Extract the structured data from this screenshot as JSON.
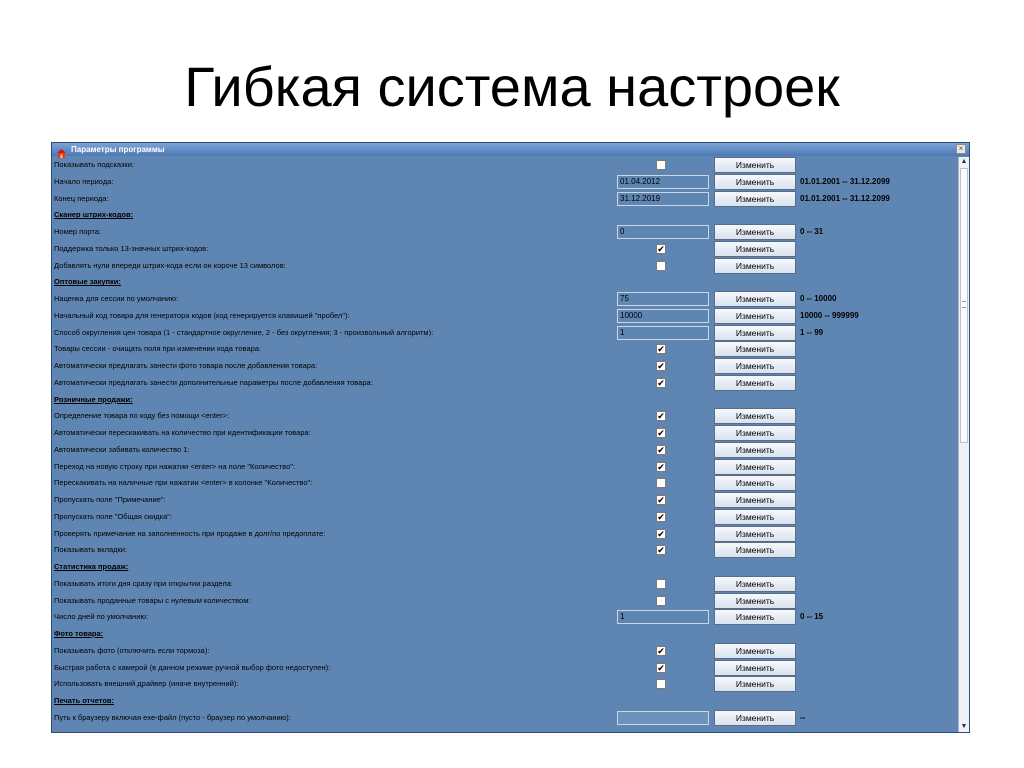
{
  "slide_title": "Гибкая система настроек",
  "window": {
    "title": "Параметры программы",
    "close_symbol": "×"
  },
  "check_mark": "✔",
  "rows": [
    {
      "type": "setting",
      "label": "Показывать подсказки:",
      "control": "checkbox",
      "checked": false,
      "button": "Изменить",
      "range": ""
    },
    {
      "type": "setting",
      "label": "Начало периода:",
      "control": "text",
      "value": "01.04.2012",
      "button": "Изменить",
      "range": "01.01.2001 -- 31.12.2099"
    },
    {
      "type": "setting",
      "label": "Конец периода:",
      "control": "text",
      "value": "31.12.2019",
      "button": "Изменить",
      "range": "01.01.2001 -- 31.12.2099"
    },
    {
      "type": "section",
      "label": "Сканер штрих-кодов:"
    },
    {
      "type": "setting",
      "label": "Номер порта:",
      "control": "text",
      "value": "0",
      "button": "Изменить",
      "range": "0 -- 31"
    },
    {
      "type": "setting",
      "label": "Поддержка только 13-значных штрих-кодов:",
      "control": "checkbox",
      "checked": true,
      "button": "Изменить",
      "range": ""
    },
    {
      "type": "setting",
      "label": "Добавлять нули впереди штрих-кода если он короче 13 символов:",
      "control": "checkbox",
      "checked": false,
      "button": "Изменить",
      "range": ""
    },
    {
      "type": "section",
      "label": "Оптовые закупки:"
    },
    {
      "type": "setting",
      "label": "Наценка для сессии по умолчанию:",
      "control": "text",
      "value": "75",
      "button": "Изменить",
      "range": "0 -- 10000"
    },
    {
      "type": "setting",
      "label": "Начальный код товара для генератора кодов (код генерируется клавишей \"пробел\"):",
      "control": "text",
      "value": "10000",
      "button": "Изменить",
      "range": "10000 -- 999999"
    },
    {
      "type": "setting",
      "label": "Способ округления цен товара (1 - стандартное округление, 2 - без округления; 3 - произвольный алгоритм):",
      "control": "text",
      "value": "1",
      "button": "Изменить",
      "range": "1 -- 99"
    },
    {
      "type": "setting",
      "label": "Товары сессии - очищать поля при изменении кода товара:",
      "control": "checkbox",
      "checked": true,
      "button": "Изменить",
      "range": ""
    },
    {
      "type": "setting",
      "label": "Автоматически предлагать занести фото товара после добавления товара:",
      "control": "checkbox",
      "checked": true,
      "button": "Изменить",
      "range": ""
    },
    {
      "type": "setting",
      "label": "Автоматически предлагать занести дополнительные параметры после добавления товара:",
      "control": "checkbox",
      "checked": true,
      "button": "Изменить",
      "range": ""
    },
    {
      "type": "section",
      "label": "Розничные продажи:"
    },
    {
      "type": "setting",
      "label": "Определение товара по коду без помощи <enter>:",
      "control": "checkbox",
      "checked": true,
      "button": "Изменить",
      "range": ""
    },
    {
      "type": "setting",
      "label": "Автоматически перескакивать на количество при идентификации товара:",
      "control": "checkbox",
      "checked": true,
      "button": "Изменить",
      "range": ""
    },
    {
      "type": "setting",
      "label": "Автоматически забивать количество 1:",
      "control": "checkbox",
      "checked": true,
      "button": "Изменить",
      "range": ""
    },
    {
      "type": "setting",
      "label": "Переход на новую строку при нажатии <enter> на поле \"Количество\":",
      "control": "checkbox",
      "checked": true,
      "button": "Изменить",
      "range": ""
    },
    {
      "type": "setting",
      "label": "Перескакивать на наличные при нажатии <enter> в колонке \"Количество\":",
      "control": "checkbox",
      "checked": false,
      "button": "Изменить",
      "range": ""
    },
    {
      "type": "setting",
      "label": "Пропускать поле \"Примечание\":",
      "control": "checkbox",
      "checked": true,
      "button": "Изменить",
      "range": ""
    },
    {
      "type": "setting",
      "label": "Пропускать поле \"Общая скидка\":",
      "control": "checkbox",
      "checked": true,
      "button": "Изменить",
      "range": ""
    },
    {
      "type": "setting",
      "label": "Проверять примечание на заполненность при продаже в долг/по предоплате:",
      "control": "checkbox",
      "checked": true,
      "button": "Изменить",
      "range": ""
    },
    {
      "type": "setting",
      "label": "Показывать вкладки:",
      "control": "checkbox",
      "checked": true,
      "button": "Изменить",
      "range": ""
    },
    {
      "type": "section",
      "label": "Статистика продаж:"
    },
    {
      "type": "setting",
      "label": "Показывать итоги дня сразу при открытии раздела:",
      "control": "checkbox",
      "checked": false,
      "button": "Изменить",
      "range": ""
    },
    {
      "type": "setting",
      "label": "Показывать проданные товары с нулевым количеством:",
      "control": "checkbox",
      "checked": false,
      "button": "Изменить",
      "range": ""
    },
    {
      "type": "setting",
      "label": "Число дней по умолчанию:",
      "control": "text",
      "value": "1",
      "button": "Изменить",
      "range": "0 -- 15"
    },
    {
      "type": "section",
      "label": "Фото товара:"
    },
    {
      "type": "setting",
      "label": "Показывать фото (отключить если тормоза):",
      "control": "checkbox",
      "checked": true,
      "button": "Изменить",
      "range": ""
    },
    {
      "type": "setting",
      "label": "Быстрая работа с камерой (в данном режиме ручной выбор фото недоступен):",
      "control": "checkbox",
      "checked": true,
      "button": "Изменить",
      "range": ""
    },
    {
      "type": "setting",
      "label": "Использовать внешний драйвер (иначе внутренний):",
      "control": "checkbox",
      "checked": false,
      "button": "Изменить",
      "range": ""
    },
    {
      "type": "section",
      "label": "Печать отчетов:"
    },
    {
      "type": "setting",
      "label": "Путь к браузеру включая exe-файл (пусто - браузер по умолчанию):",
      "control": "text",
      "value": "",
      "button": "Изменить",
      "range": "--"
    }
  ]
}
